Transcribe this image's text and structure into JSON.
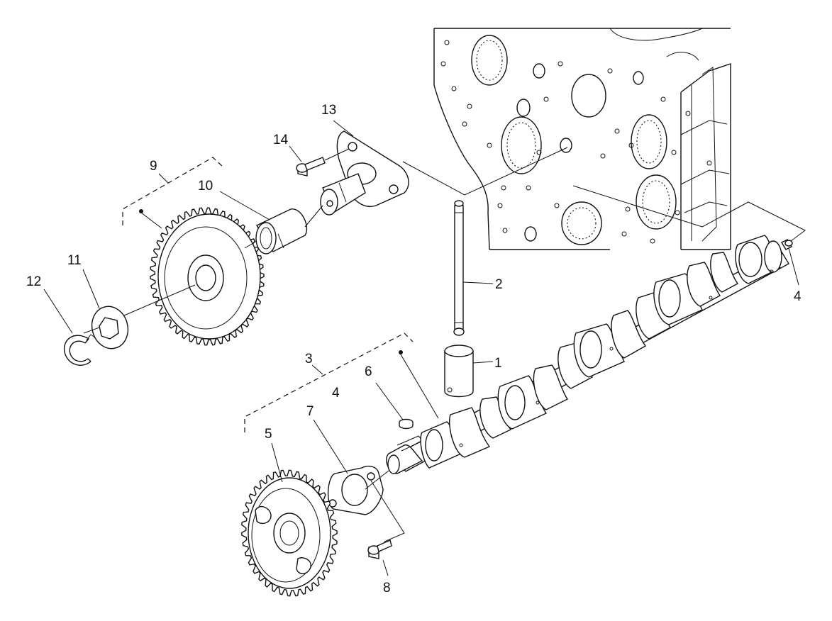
{
  "callouts": {
    "c1": "1",
    "c2": "2",
    "c3": "3",
    "c4_camshaft_text": "4",
    "c4_plug": "4",
    "c5": "5",
    "c6": "6",
    "c7": "7",
    "c8": "8",
    "c9": "9",
    "c10": "10",
    "c11": "11",
    "c12": "12",
    "c13": "13",
    "c14": "14"
  }
}
